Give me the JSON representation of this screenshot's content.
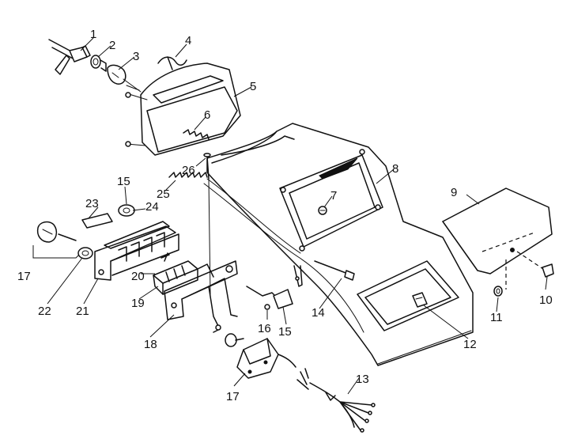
{
  "callouts": {
    "c1": "1",
    "c2": "2",
    "c3": "3",
    "c4": "4",
    "c5": "5",
    "c6": "6",
    "c7": "7",
    "c8": "8",
    "c9": "9",
    "c10": "10",
    "c11": "11",
    "c12": "12",
    "c13": "13",
    "c14": "14",
    "c15a": "15",
    "c15b": "15",
    "c16": "16",
    "c17a": "17",
    "c17b": "17",
    "c18": "18",
    "c19": "19",
    "c20": "20",
    "c21": "21",
    "c22": "22",
    "c23": "23",
    "c24": "24",
    "c25": "25",
    "c26": "26"
  }
}
